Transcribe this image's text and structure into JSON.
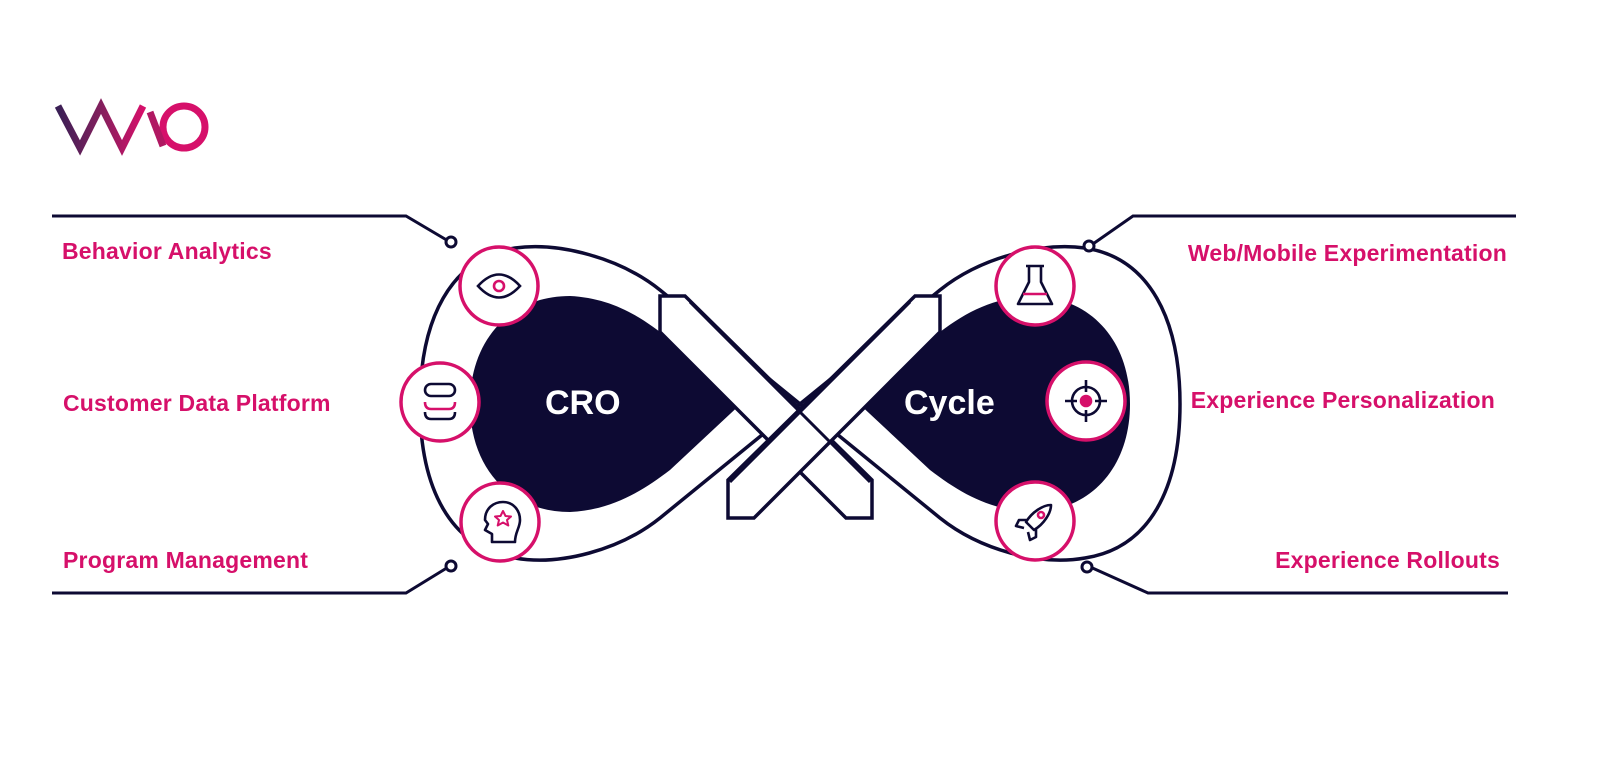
{
  "logo": {
    "text": "VWO"
  },
  "colors": {
    "navy": "#0d0a33",
    "magenta": "#d6106a",
    "background": "#ffffff"
  },
  "center": {
    "left_label": "CRO",
    "right_label": "Cycle"
  },
  "capabilities": {
    "behavior_analytics": {
      "label": "Behavior Analytics",
      "icon": "eye-icon"
    },
    "customer_data_platform": {
      "label": "Customer Data Platform",
      "icon": "database-icon"
    },
    "program_management": {
      "label": "Program Management",
      "icon": "head-star-icon"
    },
    "web_mobile_experimentation": {
      "label": "Web/Mobile Experimentation",
      "icon": "flask-icon"
    },
    "experience_personalization": {
      "label": "Experience Personalization",
      "icon": "target-icon"
    },
    "experience_rollouts": {
      "label": "Experience Rollouts",
      "icon": "rocket-icon"
    }
  }
}
